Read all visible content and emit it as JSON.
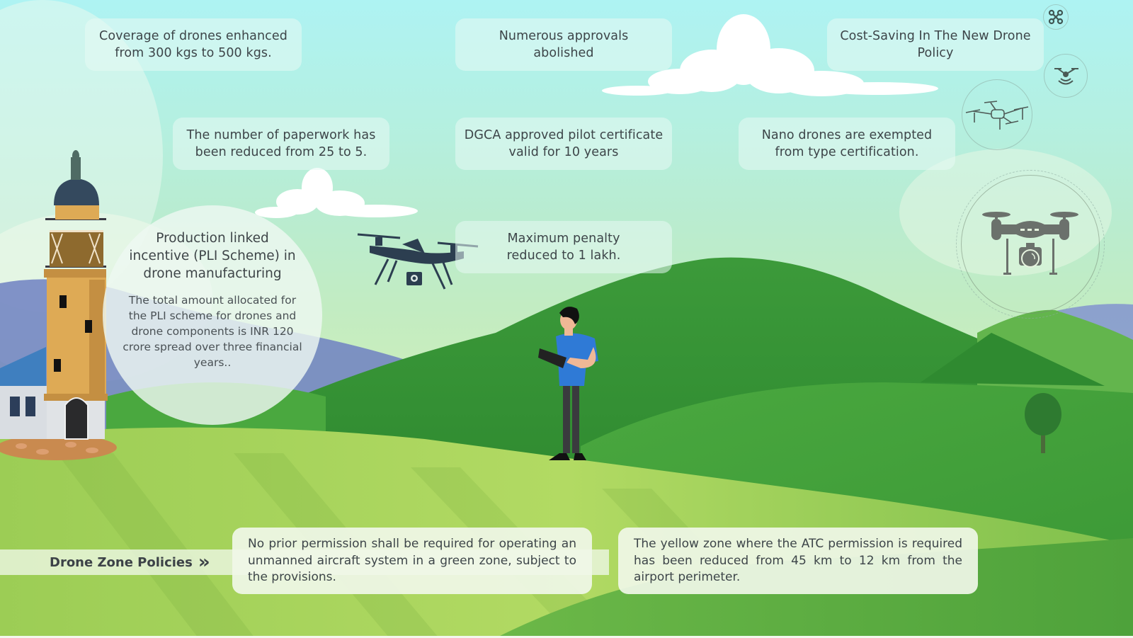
{
  "infographic": {
    "top_cards": [
      {
        "id": "coverage",
        "lines": [
          "Coverage of drones enhanced",
          "from 300 kgs to 500 kgs."
        ]
      },
      {
        "id": "approvals",
        "lines": [
          "Numerous approvals",
          "abolished"
        ]
      },
      {
        "id": "cost_saving",
        "lines": [
          "Cost-Saving In The New Drone",
          "Policy"
        ]
      },
      {
        "id": "paperwork",
        "lines": [
          "The number of paperwork has",
          "been reduced from 25 to 5."
        ]
      },
      {
        "id": "pilot_certificate",
        "lines": [
          "DGCA approved pilot certificate",
          "valid for 10 years"
        ]
      },
      {
        "id": "nano_drones",
        "lines": [
          "Nano drones are exempted",
          "from type certification."
        ]
      },
      {
        "id": "penalty",
        "lines": [
          "Maximum penalty",
          "reduced to 1 lakh."
        ]
      }
    ],
    "pli": {
      "title": "Production linked incentive (PLI Scheme) in drone manufacturing",
      "body": "The total amount allocated for the PLI scheme for drones and drone components is INR 120 crore spread over three financial years.."
    },
    "drone_zone": {
      "label": "Drone Zone Policies",
      "arrow_glyph": "»",
      "policies": [
        "No prior permission shall be required for operating an unmanned aircraft system in a green zone, subject to the provisions.",
        "The yellow zone where the ATC permission is required has been reduced from 45 km to 12 km from the airport perimeter."
      ]
    },
    "icons": [
      "quadcopter-small-icon",
      "drone-signal-icon",
      "drone-outline-icon",
      "camera-drone-icon",
      "flying-drone-illustration"
    ],
    "colors": {
      "sky_top": "#aef3f3",
      "hill_dark": "#3e9a3a",
      "hill_mid": "#5cb548",
      "meadow": "#a9d65a",
      "drone_navy": "#2c3e50",
      "icon_gray": "#6b716c",
      "text": "#3d4549"
    }
  }
}
